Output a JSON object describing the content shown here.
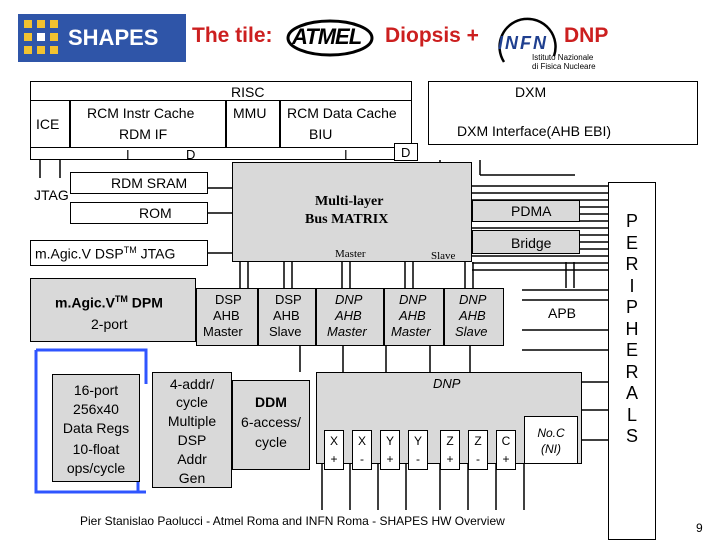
{
  "header": {
    "logo_text": "SHAPES",
    "tile_label": "The tile:",
    "atmel_logo": "ATMEL",
    "diopsis": "Diopsis +",
    "infn_logo": "INFN",
    "infn_sub1": "Istituto Nazionale",
    "infn_sub2": "di Fisica Nucleare",
    "dnp": "DNP",
    "colors": {
      "title_red": "#cc1f1f",
      "logo_blue": "#1f3f8f",
      "logo_bg": "#2f55a8"
    }
  },
  "risc": {
    "title": "RISC",
    "ice": "ICE",
    "rcm_instr": "RCM Instr Cache",
    "rdm_if": "RDM IF",
    "mmu": "MMU",
    "rcm_data": "RCM Data Cache",
    "biu": "BIU",
    "i1": "I",
    "d1": "D",
    "i2": "I",
    "d2": "D",
    "jtag": "JTAG",
    "rdm_sram": "RDM SRAM",
    "rom": "ROM"
  },
  "dxm": {
    "title": "DXM",
    "interface": "DXM Interface(AHB EBI)"
  },
  "bus": {
    "matrix1": "Multi-layer",
    "matrix2": "Bus MATRIX",
    "master": "Master",
    "slave": "Slave",
    "pdma": "PDMA",
    "bridge": "Bridge",
    "apb": "APB"
  },
  "magic": {
    "jtag_pre": "m.Agic.V DSP",
    "jtag_tm": "TM",
    "jtag_post": " JTAG",
    "dpm_pre": "m.Agic.V",
    "dpm_tm": "TM",
    "dpm_post": " DPM",
    "dpm_port": "2-port",
    "regs1": "16-port",
    "regs2": "256x40",
    "regs3": "Data Regs",
    "regs4": "10-float",
    "regs5": "ops/cycle",
    "addr1": "4-addr/",
    "addr2": "cycle",
    "addr3": "Multiple",
    "addr4": "DSP",
    "addr5": "Addr",
    "addr6": "Gen",
    "ddm1": "DDM",
    "ddm2": "6-access/",
    "ddm3": "cycle",
    "dsp_m1": "DSP",
    "dsp_m2": "AHB",
    "dsp_m3": "Master",
    "dsp_s1": "DSP",
    "dsp_s2": "AHB",
    "dsp_s3": "Slave",
    "colors": {
      "outline_blue": "#2f55ff"
    }
  },
  "dnp": {
    "title": "DNP",
    "m1a": "DNP",
    "m1b": "AHB",
    "m1c": "Master",
    "m2a": "DNP",
    "m2b": "AHB",
    "m2c": "Master",
    "s1a": "DNP",
    "s1b": "AHB",
    "s1c": "Slave",
    "ports": [
      {
        "axis": "X",
        "sign": "+"
      },
      {
        "axis": "X",
        "sign": "-"
      },
      {
        "axis": "Y",
        "sign": "+"
      },
      {
        "axis": "Y",
        "sign": "-"
      },
      {
        "axis": "Z",
        "sign": "+"
      },
      {
        "axis": "Z",
        "sign": "-"
      },
      {
        "axis": "C",
        "sign": "+"
      }
    ],
    "noc1": "No.C",
    "noc2": "(NI)"
  },
  "peripherals": [
    "P",
    "E",
    "R",
    "I",
    "P",
    "H",
    "E",
    "R",
    "A",
    "L",
    "S"
  ],
  "footer": {
    "credit": "Pier Stanislao Paolucci - Atmel Roma and INFN Roma - SHAPES HW Overview",
    "page": "9"
  }
}
